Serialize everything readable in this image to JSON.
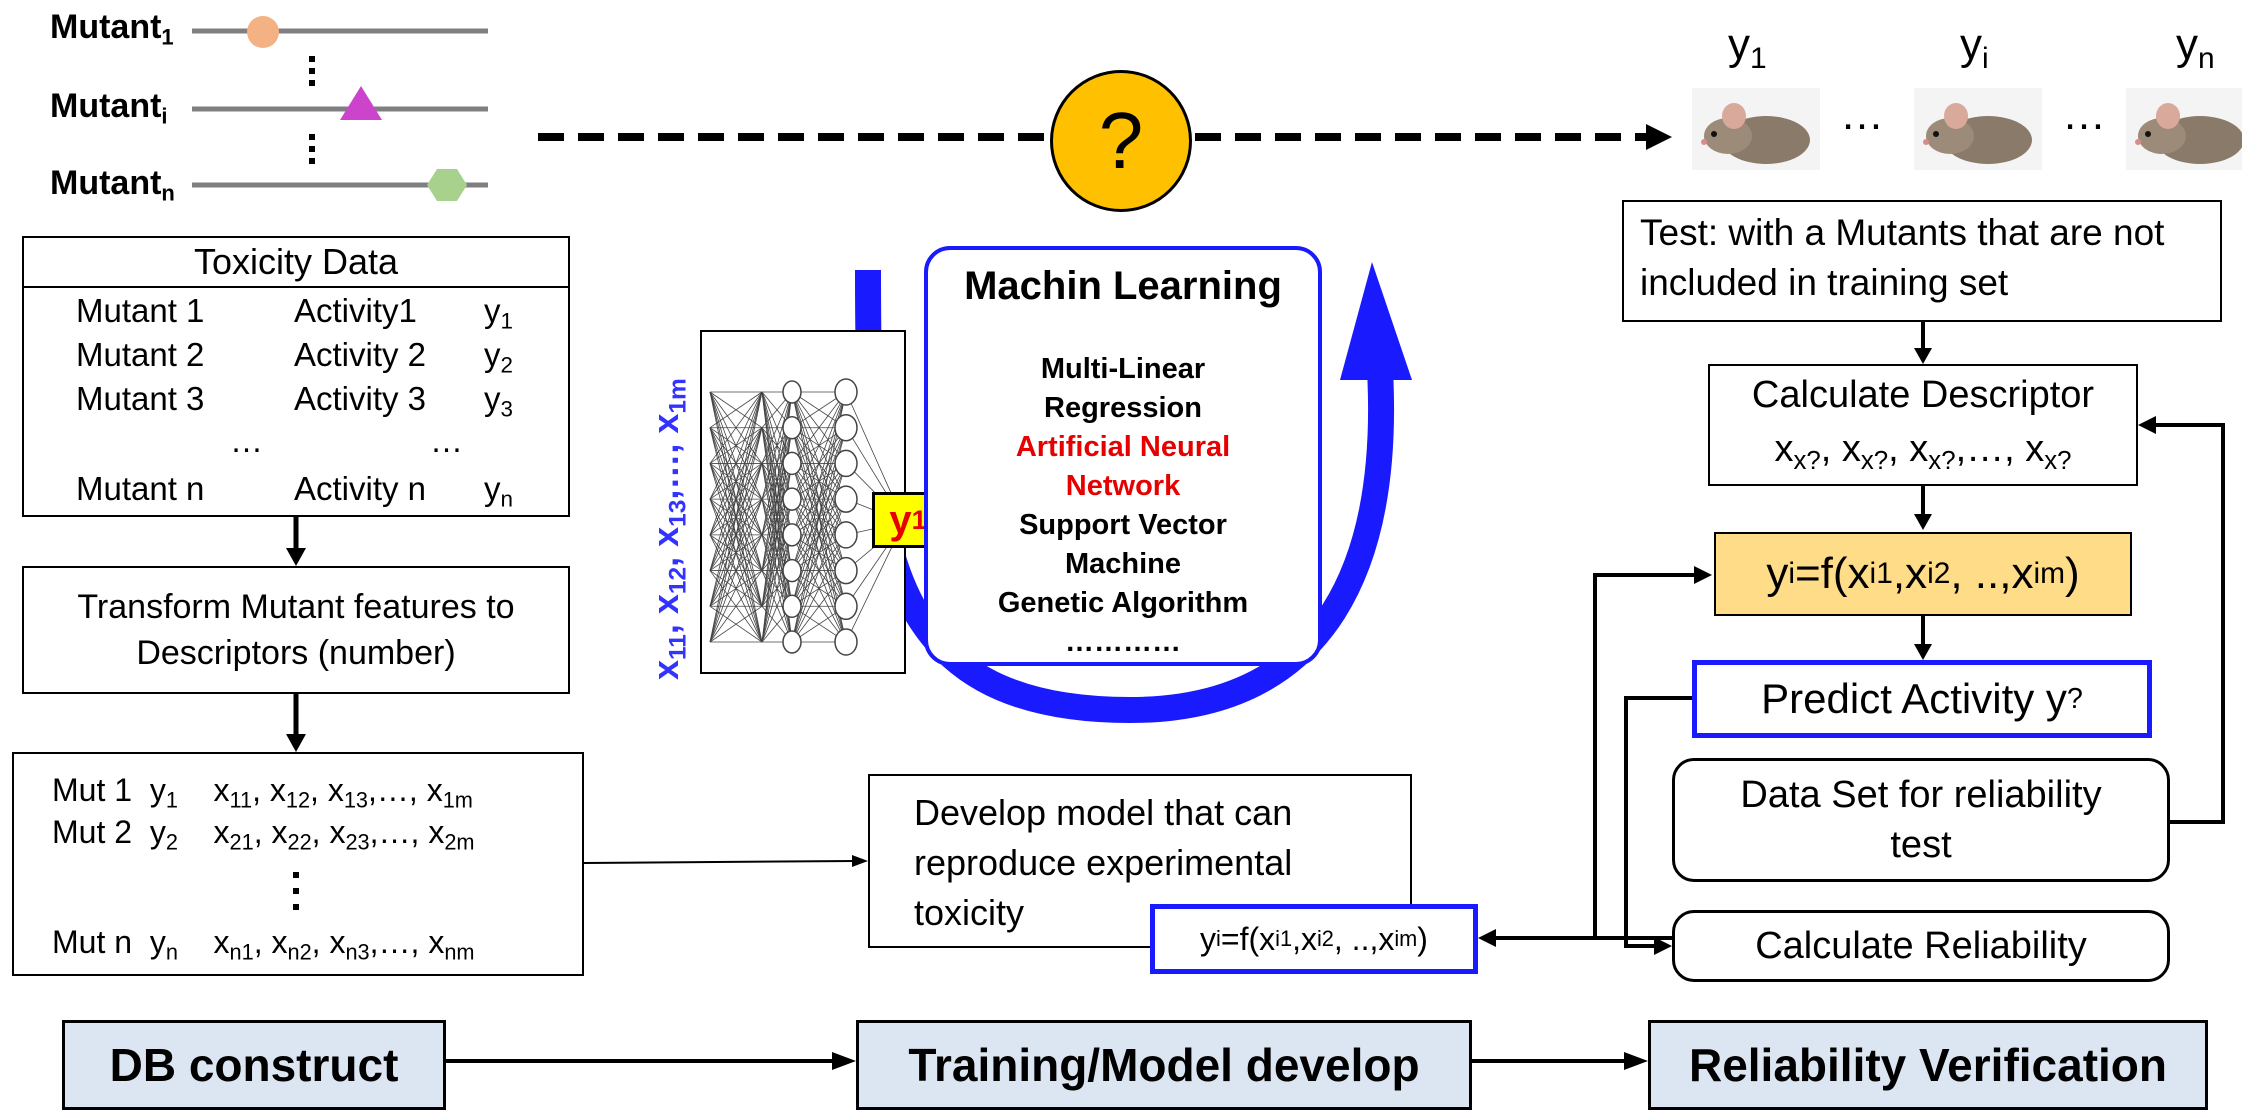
{
  "mutants": {
    "m1": {
      "base": "Mutant",
      "sub": "1"
    },
    "mi": {
      "base": "Mutant",
      "sub": "i"
    },
    "mn": {
      "base": "Mutant",
      "sub": "n"
    },
    "marker_colors": {
      "m1": "#f4b183",
      "mi": "#cc44cc",
      "mn": "#a9d18e"
    }
  },
  "outputs": {
    "y1": {
      "base": "y",
      "sub": "1"
    },
    "yi": {
      "base": "y",
      "sub": "i"
    },
    "yn": {
      "base": "y",
      "sub": "n"
    },
    "ellipsis": "…"
  },
  "question": {
    "symbol": "?",
    "color": "#ffc000"
  },
  "toxicity": {
    "title": "Toxicity Data",
    "rows": [
      {
        "mutant": "Mutant 1",
        "activity": "Activity1",
        "y": "y",
        "sub": "1"
      },
      {
        "mutant": "Mutant 2",
        "activity": "Activity 2",
        "y": "y",
        "sub": "2"
      },
      {
        "mutant": "Mutant 3",
        "activity": "Activity 3",
        "y": "y",
        "sub": "3"
      },
      {
        "mutant": "…",
        "activity": "…",
        "y": "",
        "sub": ""
      },
      {
        "mutant": "Mutant n",
        "activity": "Activity n",
        "y": "y",
        "sub": "n"
      }
    ]
  },
  "transform": {
    "text": "Transform Mutant features to Descriptors (number)"
  },
  "descriptors": {
    "r1": {
      "mut": "Mut 1",
      "sub": "1",
      "x": [
        "11",
        "12",
        "13",
        "1m"
      ]
    },
    "r2": {
      "mut": "Mut 2",
      "sub": "2",
      "x": [
        "21",
        "22",
        "23",
        "2m"
      ]
    },
    "rn": {
      "mut": "Mut n",
      "sub": "n",
      "x": [
        "n1",
        "n2",
        "n3",
        "nm"
      ]
    }
  },
  "nn": {
    "input_label": "x11, x12, x13,…, x1m",
    "output": {
      "base": "y",
      "sub": "1"
    }
  },
  "ml": {
    "title": "Machin Learning",
    "methods": [
      "Multi-Linear",
      "Regression",
      "Artificial Neural",
      "Network",
      "Support Vector",
      "Machine",
      "Genetic Algorithm",
      "…………"
    ],
    "arrow_color": "#1a1aff"
  },
  "develop": {
    "text": "Develop model that can reproduce experimental toxicity"
  },
  "formula": {
    "y": "y",
    "yi": "i",
    "eq": "=f(",
    "x": "x",
    "a": "i1",
    "b": "i2",
    "c": "im",
    "sep": ", ..,"
  },
  "test": {
    "text": "Test: with a Mutants that are not included in training set"
  },
  "calc_desc": {
    "title": "Calculate Descriptor",
    "sub": "x?"
  },
  "predict": {
    "text": "Predict Activity y",
    "sub": "?"
  },
  "dataset": {
    "text": "Data Set for reliability test"
  },
  "reliability": {
    "text": "Calculate Reliability"
  },
  "stages": {
    "db": "DB construct",
    "train": "Training/Model develop",
    "verify": "Reliability Verification"
  }
}
